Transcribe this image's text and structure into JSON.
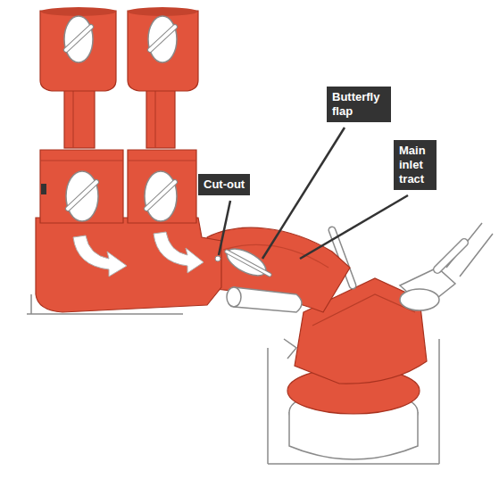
{
  "diagram": {
    "labels": [
      "Cut-out",
      "Butterfly flap",
      "Main inlet tract"
    ]
  }
}
